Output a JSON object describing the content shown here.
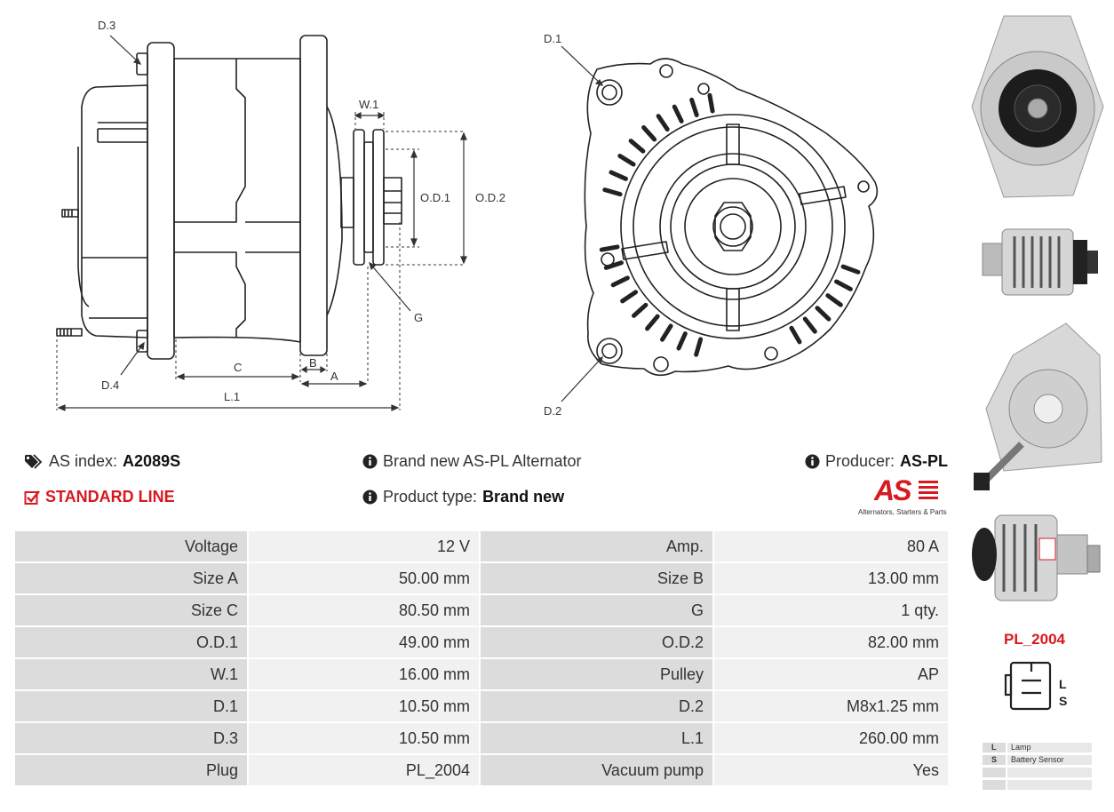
{
  "diagram_labels": {
    "d3": "D.3",
    "d4": "D.4",
    "w1": "W.1",
    "od1": "O.D.1",
    "od2": "O.D.2",
    "g": "G",
    "b": "B",
    "c": "C",
    "a": "A",
    "l1": "L.1",
    "d1": "D.1",
    "d2": "D.2"
  },
  "info": {
    "as_index_label": "AS index:",
    "as_index_value": "A2089S",
    "line": "STANDARD LINE",
    "description": "Brand new AS-PL Alternator",
    "product_type_label": "Product type:",
    "product_type_value": "Brand new",
    "producer_label": "Producer:",
    "producer_value": "AS-PL"
  },
  "logo": {
    "mark": "AS",
    "tagline": "Alternators, Starters & Parts"
  },
  "specs": [
    [
      "Voltage",
      "12 V",
      "Amp.",
      "80 A"
    ],
    [
      "Size A",
      "50.00 mm",
      "Size B",
      "13.00 mm"
    ],
    [
      "Size C",
      "80.50 mm",
      "G",
      "1 qty."
    ],
    [
      "O.D.1",
      "49.00 mm",
      "O.D.2",
      "82.00 mm"
    ],
    [
      "W.1",
      "16.00 mm",
      "Pulley",
      "AP"
    ],
    [
      "D.1",
      "10.50 mm",
      "D.2",
      "M8x1.25 mm"
    ],
    [
      "D.3",
      "10.50 mm",
      "L.1",
      "260.00 mm"
    ],
    [
      "Plug",
      "PL_2004",
      "Vacuum pump",
      "Yes"
    ]
  ],
  "connector": {
    "name": "PL_2004",
    "pins": [
      "L",
      "S"
    ],
    "legend": [
      {
        "code": "L",
        "desc": "Lamp"
      },
      {
        "code": "S",
        "desc": "Battery Sensor"
      },
      {
        "code": "",
        "desc": ""
      },
      {
        "code": "",
        "desc": ""
      }
    ]
  },
  "colors": {
    "accent": "#d71920",
    "key_cell": "#dcdcdc",
    "value_cell": "#f1f1f1"
  },
  "icons": [
    "tags-icon",
    "check-square-icon",
    "info-icon"
  ]
}
